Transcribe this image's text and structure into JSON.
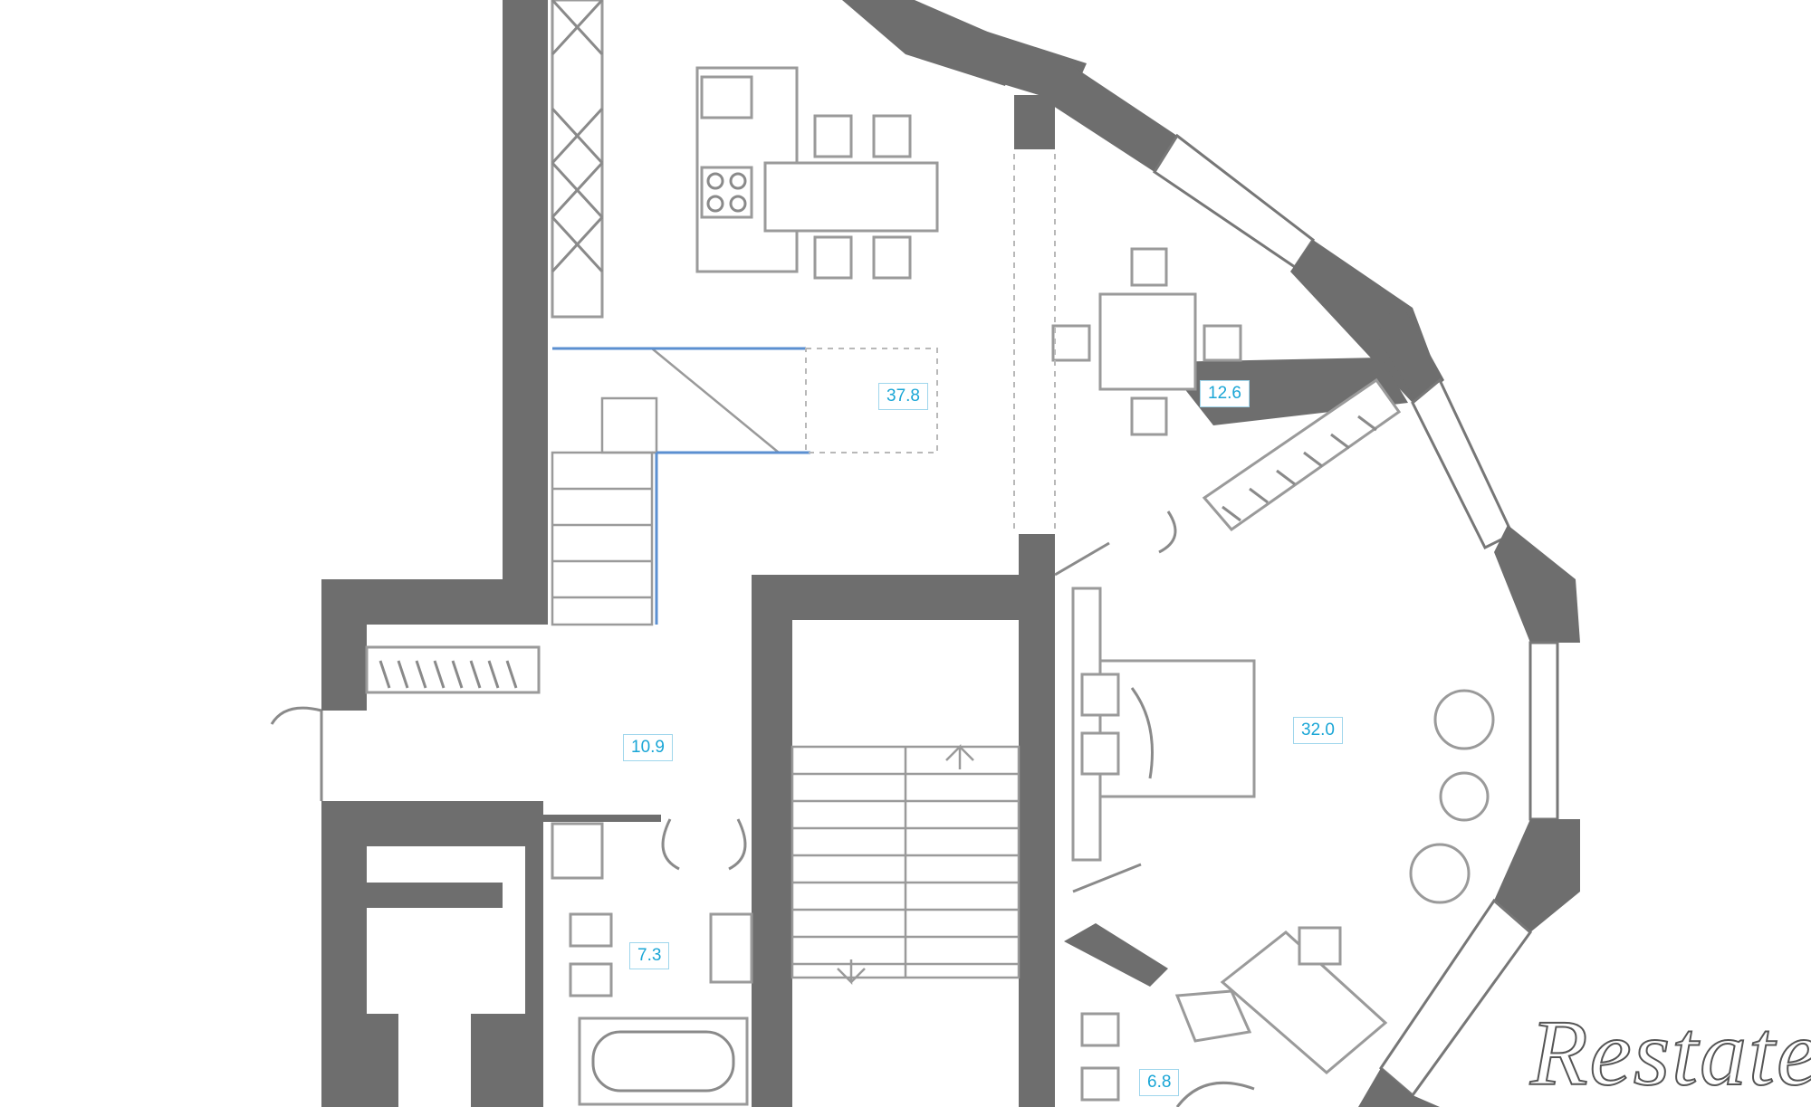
{
  "rooms": [
    {
      "id": "living-kitchen",
      "area": "37.8"
    },
    {
      "id": "dining",
      "area": "12.6"
    },
    {
      "id": "hall",
      "area": "10.9"
    },
    {
      "id": "bedroom",
      "area": "32.0"
    },
    {
      "id": "bathroom-1",
      "area": "7.3"
    },
    {
      "id": "bathroom-2",
      "area": "6.8"
    }
  ],
  "watermark": {
    "text": "Restate"
  },
  "colors": {
    "wall": "#6e6e6e",
    "area_label": "#1aa6d6",
    "staircase_rail": "#5b8fd0"
  }
}
